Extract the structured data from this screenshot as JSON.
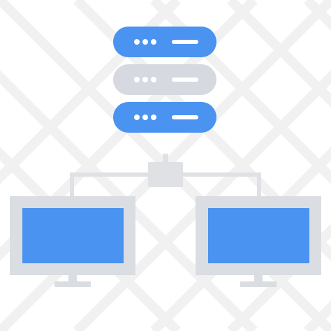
{
  "icon": {
    "subject": "server-network-icon",
    "colors": {
      "blue": "#4A93F0",
      "gray": "#D6D9DF",
      "frame": "#DADDE2",
      "connector": "#DFE1E5",
      "watermark": "#F1F1F1",
      "white": "#FFFFFF"
    },
    "servers": [
      {
        "name": "server-top",
        "color": "blue"
      },
      {
        "name": "server-middle",
        "color": "gray"
      },
      {
        "name": "server-bottom",
        "color": "blue"
      }
    ],
    "monitors": [
      {
        "name": "left-monitor",
        "screen_color": "blue"
      },
      {
        "name": "right-monitor",
        "screen_color": "blue"
      }
    ]
  }
}
